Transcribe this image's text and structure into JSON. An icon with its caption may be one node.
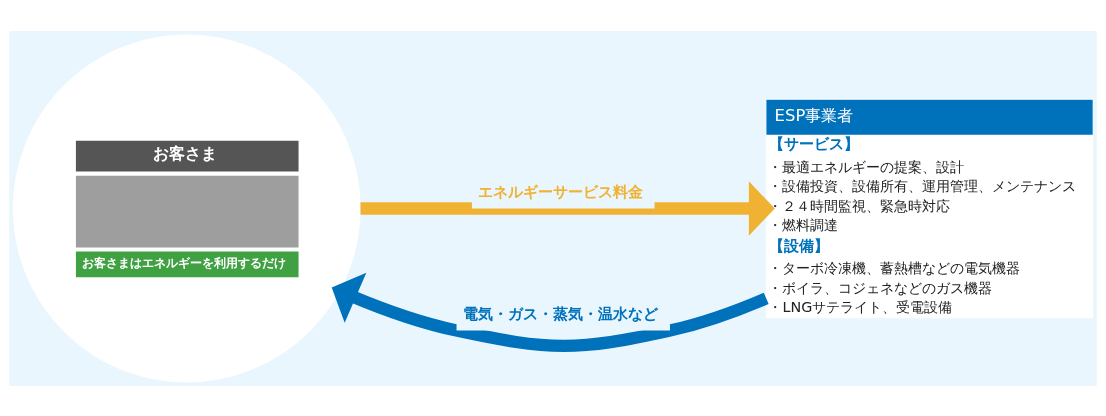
{
  "diagram": {
    "nodes": [
      {
        "text": [
          "お客さま",
          "お客さまはエネルギーを利用するだけ"
        ]
      },
      {
        "text": [
          "ESP事業者",
          "【サービス】",
          "・最適エネルギーの提案、設計",
          "・設備投資、設備所有、運用管理、メンテナンス",
          "・２４時間監視、緊急時対応",
          "・燃料調達",
          "【設備】",
          "・ターボ冷凍機、蓄熱槽などの電気機器",
          "・ボイラ、コジェネなどのガス機器",
          "・LNGサテライト、受電設備"
        ]
      }
    ],
    "edges": [
      {
        "from": 1,
        "to": 0,
        "arrow": "to",
        "label": "電気・ガス・蒸気・温水など",
        "color": "#0072bc"
      },
      {
        "from": 0,
        "to": 1,
        "arrow": "to",
        "label": "エネルギーサービス料金",
        "color": "#f0b233"
      }
    ]
  }
}
